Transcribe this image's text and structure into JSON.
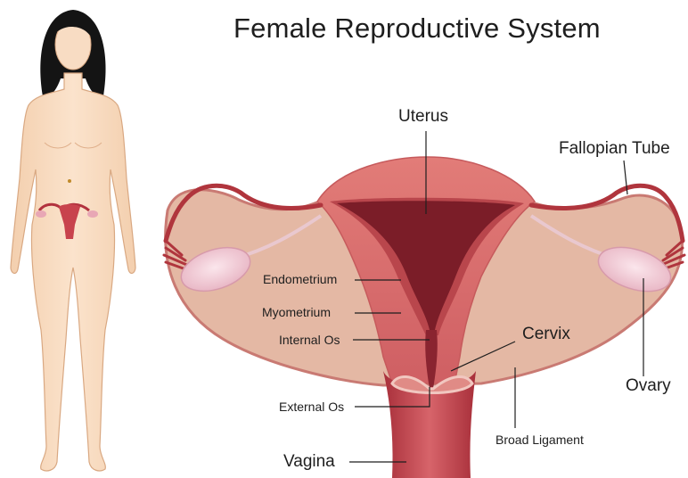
{
  "title": "Female Reproductive System",
  "labels": {
    "uterus": "Uterus",
    "fallopian_tube": "Fallopian Tube",
    "endometrium": "Endometrium",
    "myometrium": "Myometrium",
    "internal_os": "Internal Os",
    "cervix": "Cervix",
    "ovary": "Ovary",
    "external_os": "External Os",
    "broad_ligament": "Broad Ligament",
    "vagina": "Vagina"
  },
  "colors": {
    "skin": "#f7d9bd",
    "skin_outline": "#d9a882",
    "hair": "#141414",
    "ligament": "#e4b8a4",
    "myometrium": "#d66a6a",
    "uterus_outer": "#e68e86",
    "endometrium": "#9e2b35",
    "cavity": "#7b1d28",
    "ovary": "#f0c6d0"
  }
}
